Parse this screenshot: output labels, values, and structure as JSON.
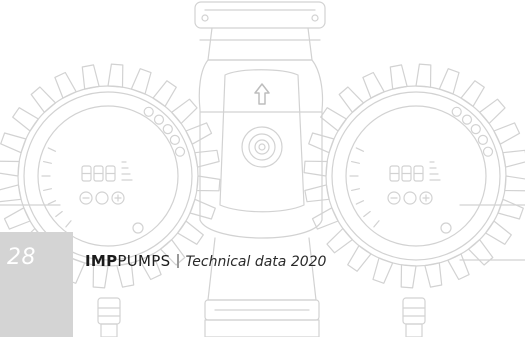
{
  "page_number": "28",
  "footer": {
    "brand_bold": "IMP",
    "brand_light": "PUMPS",
    "subtitle": "Technical data 2020"
  },
  "illustration": {
    "subject": "twin-pump-line-drawing",
    "line_color": "#d2d2d2"
  },
  "colors": {
    "page_number_box": "#d4d4d4",
    "page_number_text": "#ffffff",
    "footer_text": "#1b1b1b",
    "separator": "#9a9a9a"
  }
}
